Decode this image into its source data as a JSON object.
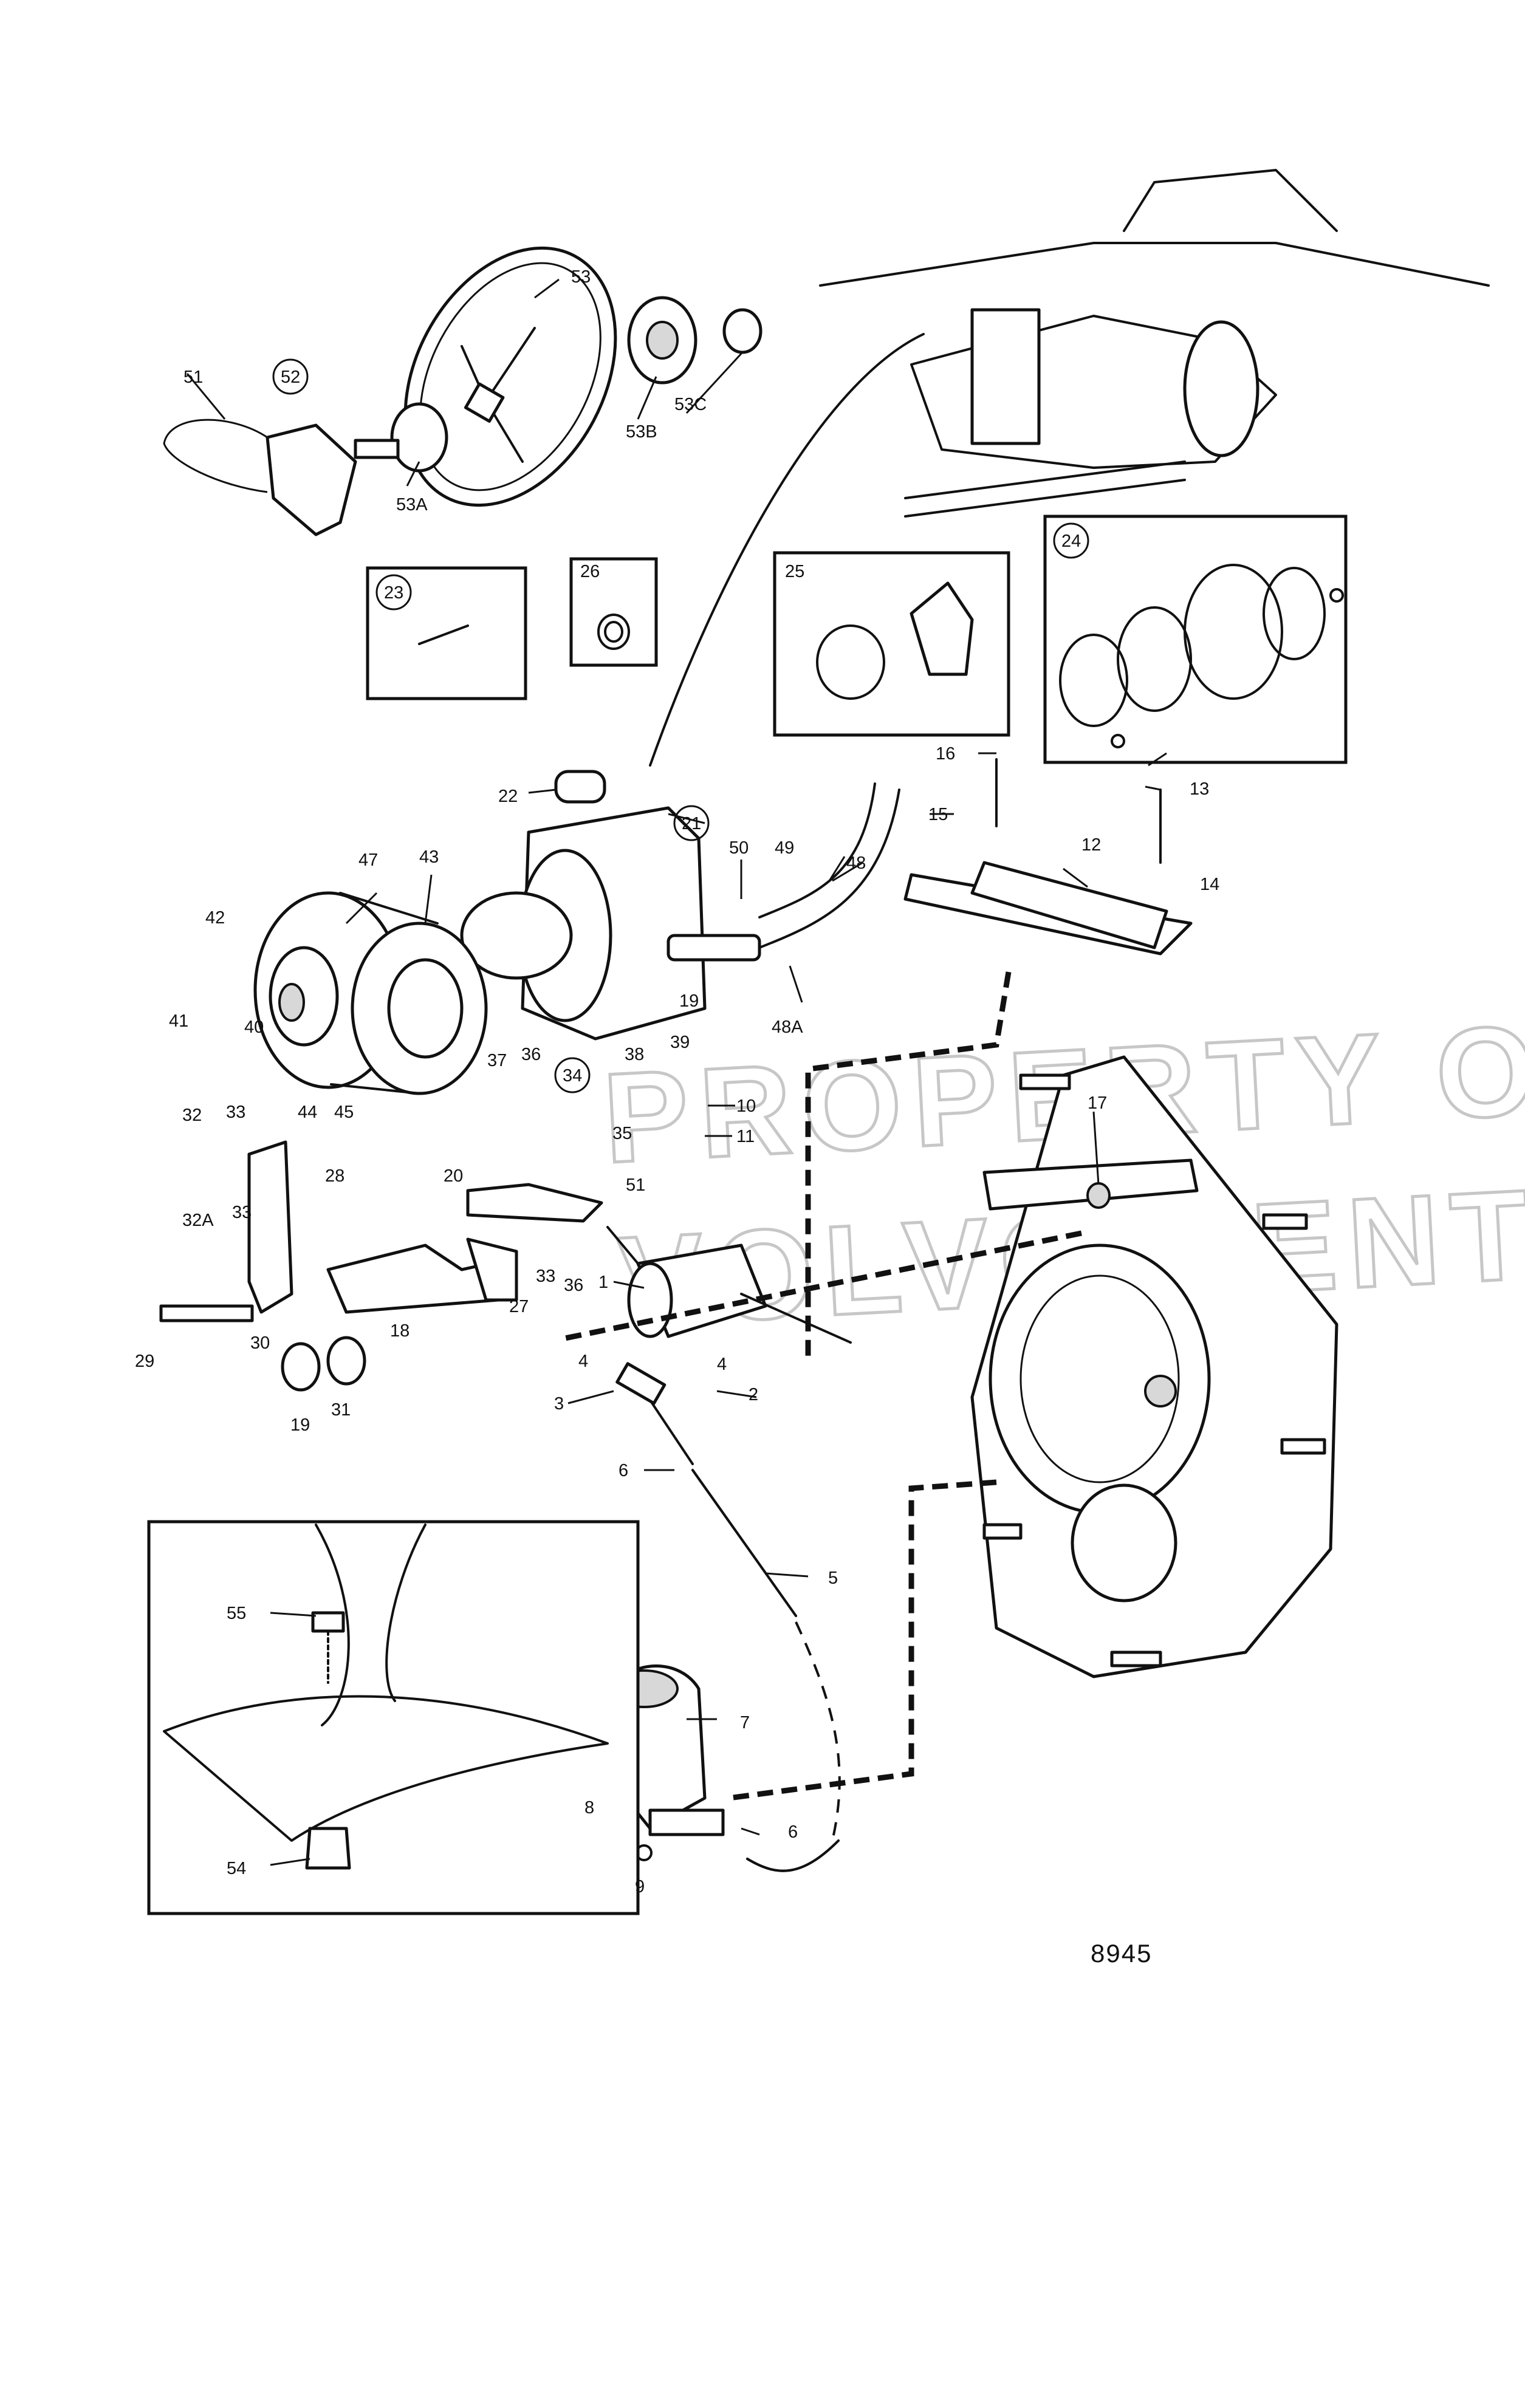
{
  "drawing_number": "8945",
  "watermark": {
    "line1": "PROPERTY OF",
    "line2": "VOLVO PENTA"
  },
  "callouts": [
    {
      "id": "c1",
      "text": "1"
    },
    {
      "id": "c2",
      "text": "2"
    },
    {
      "id": "c3",
      "text": "3"
    },
    {
      "id": "c4a",
      "text": "4"
    },
    {
      "id": "c4b",
      "text": "4"
    },
    {
      "id": "c5",
      "text": "5"
    },
    {
      "id": "c6a",
      "text": "6"
    },
    {
      "id": "c6b",
      "text": "6"
    },
    {
      "id": "c7",
      "text": "7"
    },
    {
      "id": "c8",
      "text": "8"
    },
    {
      "id": "c9",
      "text": "9"
    },
    {
      "id": "c10",
      "text": "10"
    },
    {
      "id": "c11",
      "text": "11"
    },
    {
      "id": "c12",
      "text": "12"
    },
    {
      "id": "c13",
      "text": "13"
    },
    {
      "id": "c14",
      "text": "14"
    },
    {
      "id": "c15",
      "text": "15"
    },
    {
      "id": "c16",
      "text": "16"
    },
    {
      "id": "c17",
      "text": "17"
    },
    {
      "id": "c18",
      "text": "18"
    },
    {
      "id": "c19a",
      "text": "19"
    },
    {
      "id": "c19b",
      "text": "19"
    },
    {
      "id": "c20",
      "text": "20"
    },
    {
      "id": "c21",
      "text": "21",
      "circled": true
    },
    {
      "id": "c22",
      "text": "22"
    },
    {
      "id": "c23",
      "text": "23",
      "circled": true
    },
    {
      "id": "c24",
      "text": "24",
      "circled": true
    },
    {
      "id": "c25",
      "text": "25"
    },
    {
      "id": "c26",
      "text": "26"
    },
    {
      "id": "c27",
      "text": "27"
    },
    {
      "id": "c28",
      "text": "28"
    },
    {
      "id": "c29",
      "text": "29"
    },
    {
      "id": "c30",
      "text": "30"
    },
    {
      "id": "c31",
      "text": "31"
    },
    {
      "id": "c32",
      "text": "32"
    },
    {
      "id": "c32a",
      "text": "32A"
    },
    {
      "id": "c33a",
      "text": "33"
    },
    {
      "id": "c33b",
      "text": "33"
    },
    {
      "id": "c33c",
      "text": "33"
    },
    {
      "id": "c34",
      "text": "34",
      "circled": true
    },
    {
      "id": "c35",
      "text": "35"
    },
    {
      "id": "c36a",
      "text": "36"
    },
    {
      "id": "c36b",
      "text": "36"
    },
    {
      "id": "c37",
      "text": "37"
    },
    {
      "id": "c38",
      "text": "38"
    },
    {
      "id": "c39",
      "text": "39"
    },
    {
      "id": "c40",
      "text": "40"
    },
    {
      "id": "c41",
      "text": "41"
    },
    {
      "id": "c42",
      "text": "42"
    },
    {
      "id": "c43",
      "text": "43"
    },
    {
      "id": "c44",
      "text": "44"
    },
    {
      "id": "c45",
      "text": "45"
    },
    {
      "id": "c47",
      "text": "47"
    },
    {
      "id": "c48",
      "text": "48"
    },
    {
      "id": "c48a",
      "text": "48A"
    },
    {
      "id": "c49",
      "text": "49"
    },
    {
      "id": "c50",
      "text": "50"
    },
    {
      "id": "c51a",
      "text": "51"
    },
    {
      "id": "c51b",
      "text": "51"
    },
    {
      "id": "c52",
      "text": "52",
      "circled": true
    },
    {
      "id": "c53",
      "text": "53"
    },
    {
      "id": "c53a",
      "text": "53A"
    },
    {
      "id": "c53b",
      "text": "53B"
    },
    {
      "id": "c53c",
      "text": "53C"
    },
    {
      "id": "c54",
      "text": "54"
    },
    {
      "id": "c55",
      "text": "55"
    }
  ]
}
